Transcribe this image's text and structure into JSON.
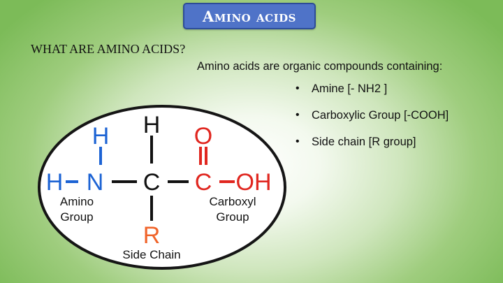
{
  "slide": {
    "title": "Amino acids",
    "question": "WHAT ARE AMINO ACIDS?",
    "intro": "Amino acids are organic compounds containing:",
    "bullets": [
      "Amine [- NH2 ]",
      "Carboxylic Group [-COOH]",
      "Side chain [R group]"
    ]
  },
  "diagram": {
    "atoms": {
      "h_top_left": "H",
      "h_left": "H",
      "n": "N",
      "c_center": "C",
      "h_top": "H",
      "c_right": "C",
      "o_top": "O",
      "oh": "OH",
      "r": "R"
    },
    "labels": {
      "amino_1": "Amino",
      "amino_2": "Group",
      "carboxyl_1": "Carboxyl",
      "carboxyl_2": "Group",
      "side_chain": "Side Chain"
    },
    "colors": {
      "amino": "#1c63d4",
      "carboxyl": "#e0261f",
      "sidechain": "#f0642a",
      "core": "#111111"
    }
  }
}
